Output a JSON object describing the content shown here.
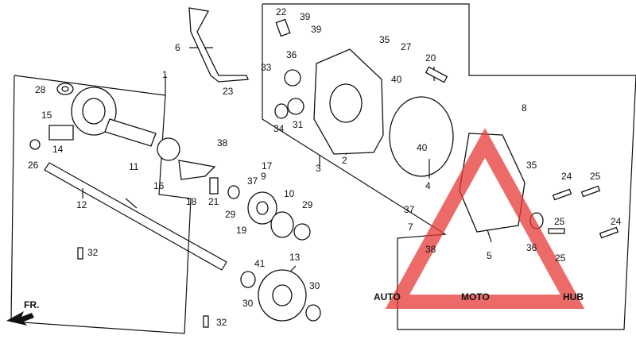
{
  "diagram": {
    "callouts": [
      "1",
      "2",
      "3",
      "4",
      "5",
      "6",
      "7",
      "8",
      "9",
      "10",
      "11",
      "12",
      "13",
      "14",
      "15",
      "16",
      "17",
      "18",
      "19",
      "20",
      "21",
      "22",
      "23",
      "24",
      "24",
      "25",
      "25",
      "25",
      "26",
      "27",
      "28",
      "29",
      "29",
      "30",
      "30",
      "31",
      "32",
      "32",
      "33",
      "34",
      "35",
      "35",
      "36",
      "36",
      "37",
      "37",
      "38",
      "38",
      "39",
      "39",
      "40",
      "40",
      "41"
    ],
    "direction_label": "FR.",
    "watermark": {
      "text_a": "AUTO",
      "text_b": "MOTO",
      "text_c": "HUB",
      "color_a": "#f5a623",
      "color_b": "#f08a3c",
      "color_c": "#9a9a9a",
      "triangle_color": "#e53935"
    }
  }
}
